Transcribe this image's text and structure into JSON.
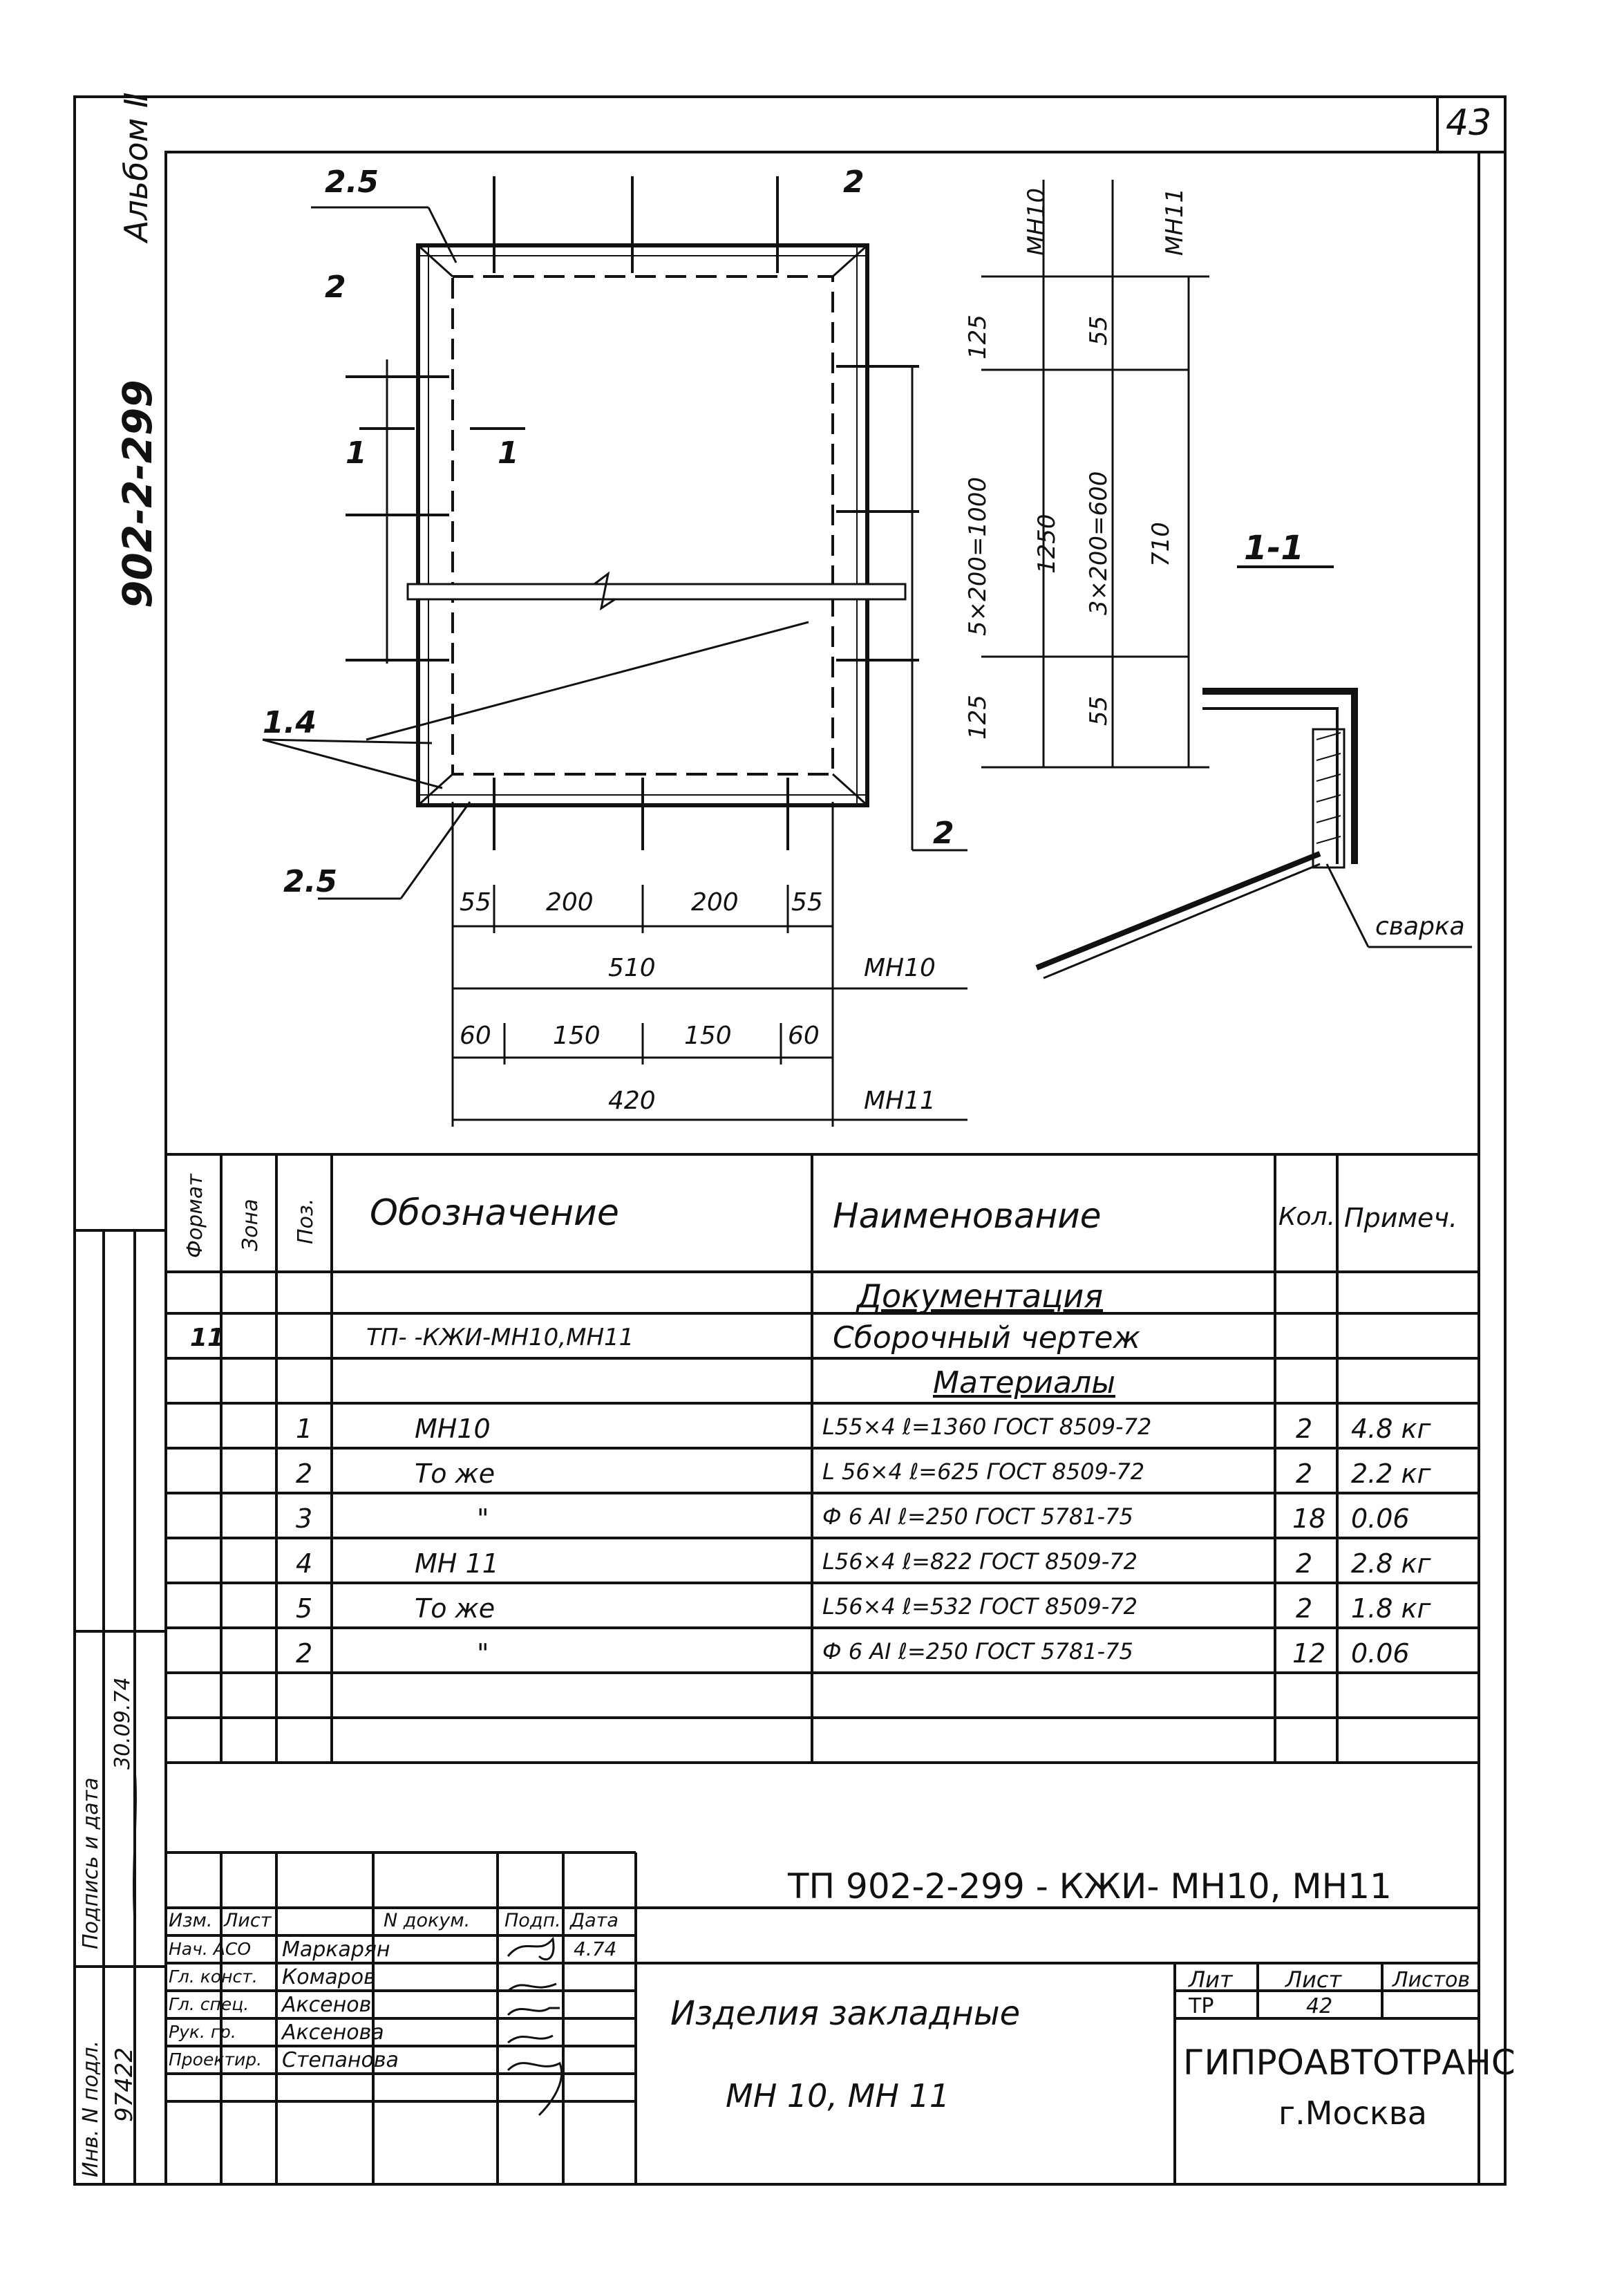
{
  "sheet": {
    "page_number": "43",
    "album_label": "Альбом Ⅱ",
    "project_code_vertical": "902-2-299"
  },
  "drawing": {
    "dims_top": [
      "2.5",
      "2"
    ],
    "dims_left": [
      "2",
      "1",
      "1"
    ],
    "label_side": "1.4",
    "label_corner": "2.5",
    "label_bottom_right": "2",
    "bottom_row1": [
      "55",
      "200",
      "200",
      "55"
    ],
    "bottom_total1": "510",
    "bottom_mark1": "МН10",
    "bottom_row2": [
      "60",
      "150",
      "150",
      "60"
    ],
    "bottom_total2": "420",
    "bottom_mark2": "МН11",
    "right_marks": [
      "МН10",
      "МН11"
    ],
    "right_col1": [
      "125",
      "5×200=1000",
      "1250",
      "125"
    ],
    "right_col2": [
      "55",
      "3×200=600",
      "710",
      "55"
    ],
    "section_label": "1-1",
    "weld_label": "сварка"
  },
  "spec": {
    "headers": {
      "format": "Формат",
      "zone": "Зона",
      "pos": "Поз.",
      "designation": "Обозначение",
      "name": "Наименование",
      "qty": "Кол.",
      "note": "Примеч."
    },
    "section_documentation": "Документация",
    "section_materials": "Материалы",
    "doc_row": {
      "format": "11",
      "designation": "ТП-          -КЖИ-МН10,МН11",
      "name": "Сборочный чертеж"
    },
    "rows": [
      {
        "pos": "1",
        "designation": "МН10",
        "name": "L55×4  ℓ=1360  ГОСТ 8509-72",
        "qty": "2",
        "note": "4.8 кг"
      },
      {
        "pos": "2",
        "designation": "То же",
        "name": "L 56×4  ℓ=625  ГОСТ 8509-72",
        "qty": "2",
        "note": "2.2 кг"
      },
      {
        "pos": "3",
        "designation": "\"",
        "name": "Ф 6 АI  ℓ=250  ГОСТ 5781-75",
        "qty": "18",
        "note": "0.06"
      },
      {
        "pos": "4",
        "designation": "МН 11",
        "name": "L56×4  ℓ=822  ГОСТ 8509-72",
        "qty": "2",
        "note": "2.8 кг"
      },
      {
        "pos": "5",
        "designation": "То же",
        "name": "L56×4  ℓ=532  ГОСТ 8509-72",
        "qty": "2",
        "note": "1.8 кг"
      },
      {
        "pos": "2",
        "designation": "\"",
        "name": "Ф 6 АI  ℓ=250  ГОСТ 5781-75",
        "qty": "12",
        "note": "0.06"
      }
    ]
  },
  "title_block": {
    "doc_code": "ТП 902-2-299  - КЖИ- МН10, МН11",
    "col_headers": [
      "Изм.",
      "Лист",
      "N докум.",
      "Подп.",
      "Дата"
    ],
    "roles": [
      "Нач. АСО",
      "Гл. конст.",
      "Гл. спец.",
      "Рук. гр.",
      "Проектир."
    ],
    "people": [
      "Маркарян",
      "Комаров",
      "Аксенов",
      "Аксенова",
      "Степанова"
    ],
    "date": "4.74",
    "title_line1": "Изделия  закладные",
    "title_line2": "МН 10,   МН 11",
    "lit_header": "Лит",
    "sheet_header": "Лист",
    "sheets_header": "Листов",
    "lit_value": "ТР",
    "sheet_value": "42",
    "org": "ГИПРОАВТОТРАНС",
    "city": "г.Москва"
  },
  "left_strip": {
    "signature_date_label": "Подпись и дата",
    "inventory_label": "Инв. N подл.",
    "inventory_number": "97422",
    "signature_date_value": "30.09.74"
  }
}
